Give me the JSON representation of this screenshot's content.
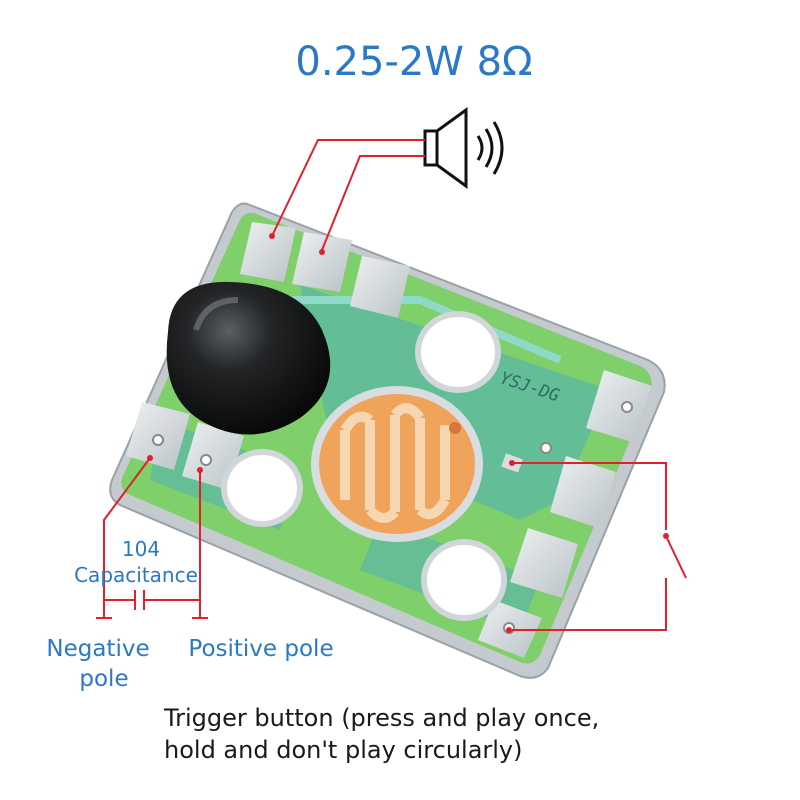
{
  "header": {
    "spec": "0.25-2W 8Ω"
  },
  "board": {
    "marking": "YSJ-DG"
  },
  "labels": {
    "capacitor_value": "104",
    "capacitor_name": "Capacitance",
    "negative_line1": "Negative",
    "negative_line2": "pole",
    "positive": "Positive pole",
    "trigger_line1": "Trigger button (press and play once,",
    "trigger_line2": "hold and don't play circularly)"
  },
  "icons": {
    "speaker": "speaker-icon",
    "switch": "switch-icon",
    "ground": "ground-icon",
    "capacitor": "capacitor-icon"
  },
  "colors": {
    "accent_blue": "#2a78c6",
    "wire_red": "#e0202a",
    "pcb_green": "#7fcf6a",
    "pcb_teal": "#5ab7a6",
    "pad_silver": "#d7dde0",
    "photoresistor_orange": "#f0a35a",
    "epoxy_black": "#111111"
  }
}
